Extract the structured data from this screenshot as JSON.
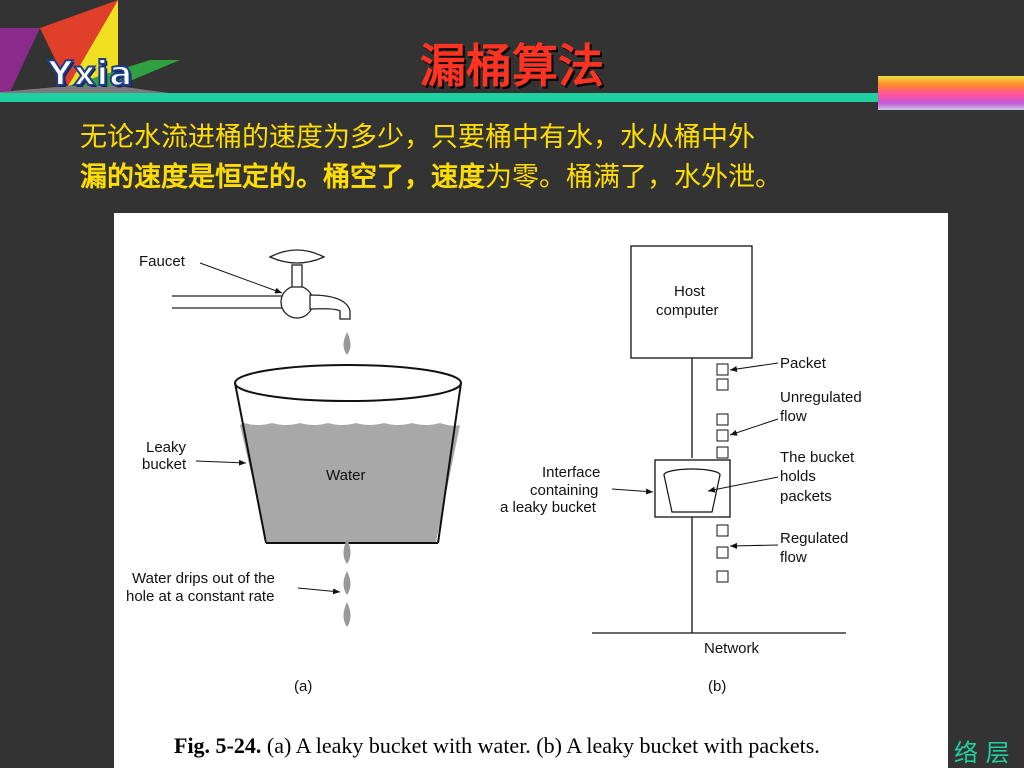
{
  "logo": {
    "text": "Yxia"
  },
  "title": "漏桶算法",
  "subtitle": {
    "line1": "无论水流进桶的速度为多少，只要桶中有水，水从桶中外",
    "line2_part1": "漏的速度是恒定的。桶空了，",
    "line2_part2": "速度",
    "line2_part3": "为零。桶满了，水外泄。"
  },
  "figure": {
    "a": {
      "faucet": "Faucet",
      "leaky_bucket": [
        "Leaky",
        "bucket"
      ],
      "water": "Water",
      "drips": [
        "Water drips out of the",
        "hole at a constant rate"
      ],
      "panel": "(a)"
    },
    "b": {
      "host": [
        "Host",
        "computer"
      ],
      "packet": "Packet",
      "unregulated": [
        "Unregulated",
        "flow"
      ],
      "bucket_holds": [
        "The bucket",
        "holds",
        "packets"
      ],
      "interface": [
        "Interface",
        "containing",
        "a leaky bucket"
      ],
      "regulated": [
        "Regulated",
        "flow"
      ],
      "network": "Network",
      "panel": "(b)"
    },
    "caption_bold": "Fig.  5-24.",
    "caption_rest": " (a) A leaky bucket with water. (b) A leaky bucket with packets."
  },
  "footer": "络 层",
  "colors": {
    "background": "#333333",
    "title": "#ff3322",
    "subtitle": "#ffdd00",
    "bar": "#1fd0a0"
  }
}
